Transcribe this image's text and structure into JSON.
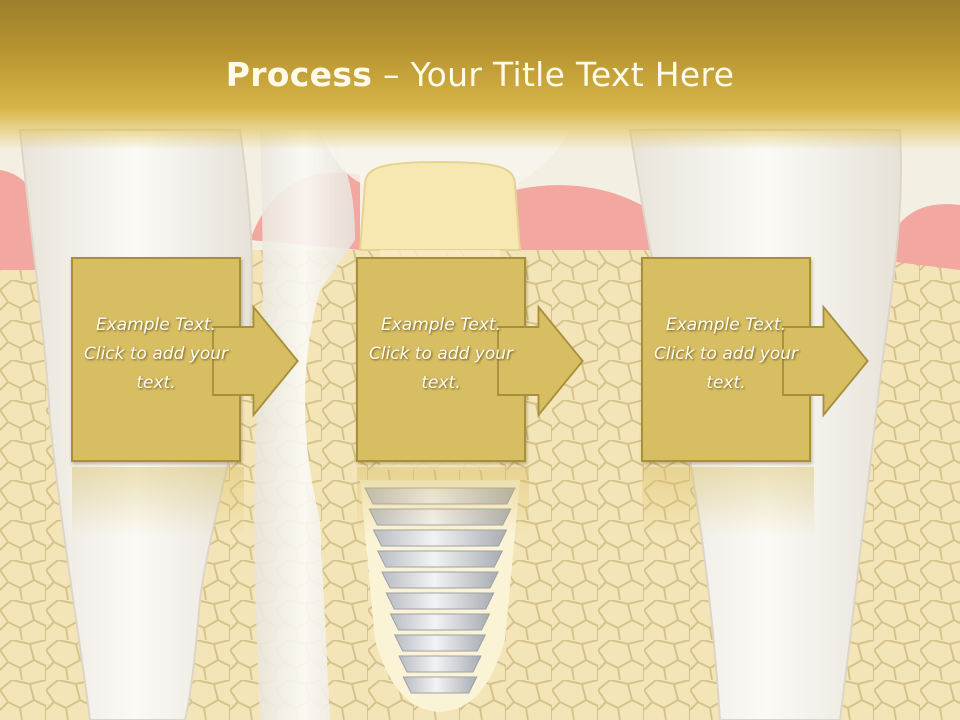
{
  "title": {
    "bold": "Process",
    "rest": " – Your Title Text Here"
  },
  "steps": [
    {
      "text": "Example Text. Click  to add your text."
    },
    {
      "text": "Example Text. Click  to add your text."
    },
    {
      "text": "Example Text. Click  to add your text."
    }
  ],
  "colors": {
    "header": "#c9a83e",
    "box_fill": "#d8be63",
    "box_border": "#a88f3c",
    "gum": "#f2a7a0",
    "bone": "#f4e3b0",
    "tooth": "#f6f3ec"
  }
}
